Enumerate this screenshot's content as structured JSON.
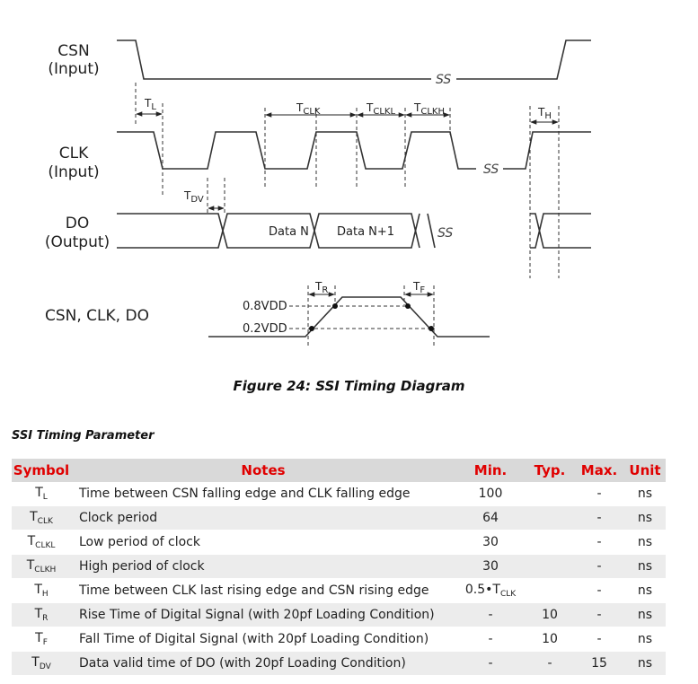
{
  "diagram": {
    "signals": {
      "csn": [
        "CSN",
        "(Input)"
      ],
      "clk": [
        "CLK",
        "(Input)"
      ],
      "do": [
        "DO",
        "(Output)"
      ],
      "all": "CSN, CLK, DO"
    },
    "timing_labels": {
      "tl": [
        "T",
        "L"
      ],
      "tclk": [
        "T",
        "CLK"
      ],
      "tclkl": [
        "T",
        "CLKL"
      ],
      "tclkh": [
        "T",
        "CLKH"
      ],
      "th": [
        "T",
        "H"
      ],
      "tdv": [
        "T",
        "DV"
      ],
      "tr": [
        "T",
        "R"
      ],
      "tf": [
        "T",
        "F"
      ]
    },
    "data_labels": [
      "Data N",
      "Data N+1"
    ],
    "break_mark": "SS",
    "levels": [
      "0.8VDD",
      "0.2VDD"
    ]
  },
  "caption": "Figure 24: SSI Timing Diagram",
  "section_title": "SSI Timing Parameter",
  "table": {
    "headers": [
      "Symbol",
      "Notes",
      "Min.",
      "Typ.",
      "Max.",
      "Unit"
    ],
    "rows": [
      {
        "sym": "T",
        "sub": "L",
        "note": "Time between CSN falling edge and CLK falling edge",
        "min": "100",
        "min_sub": "",
        "typ": "",
        "max": "-",
        "unit": "ns"
      },
      {
        "sym": "T",
        "sub": "CLK",
        "note": "Clock period",
        "min": "64",
        "min_sub": "",
        "typ": "",
        "max": "-",
        "unit": "ns"
      },
      {
        "sym": "T",
        "sub": "CLKL",
        "note": "Low period of clock",
        "min": "30",
        "min_sub": "",
        "typ": "",
        "max": "-",
        "unit": "ns"
      },
      {
        "sym": "T",
        "sub": "CLKH",
        "note": "High period of clock",
        "min": "30",
        "min_sub": "",
        "typ": "",
        "max": "-",
        "unit": "ns"
      },
      {
        "sym": "T",
        "sub": "H",
        "note": "Time between CLK last rising edge and CSN rising edge",
        "min": "0.5•T",
        "min_sub": "CLK",
        "typ": "",
        "max": "-",
        "unit": "ns"
      },
      {
        "sym": "T",
        "sub": "R",
        "note": "Rise Time of Digital Signal (with 20pf Loading Condition)",
        "min": "-",
        "min_sub": "",
        "typ": "10",
        "max": "-",
        "unit": "ns"
      },
      {
        "sym": "T",
        "sub": "F",
        "note": "Fall Time of Digital Signal (with 20pf Loading Condition)",
        "min": "-",
        "min_sub": "",
        "typ": "10",
        "max": "-",
        "unit": "ns"
      },
      {
        "sym": "T",
        "sub": "DV",
        "note": "Data valid time of DO (with 20pf Loading Condition)",
        "min": "-",
        "min_sub": "",
        "typ": "-",
        "max": "15",
        "unit": "ns"
      }
    ]
  }
}
